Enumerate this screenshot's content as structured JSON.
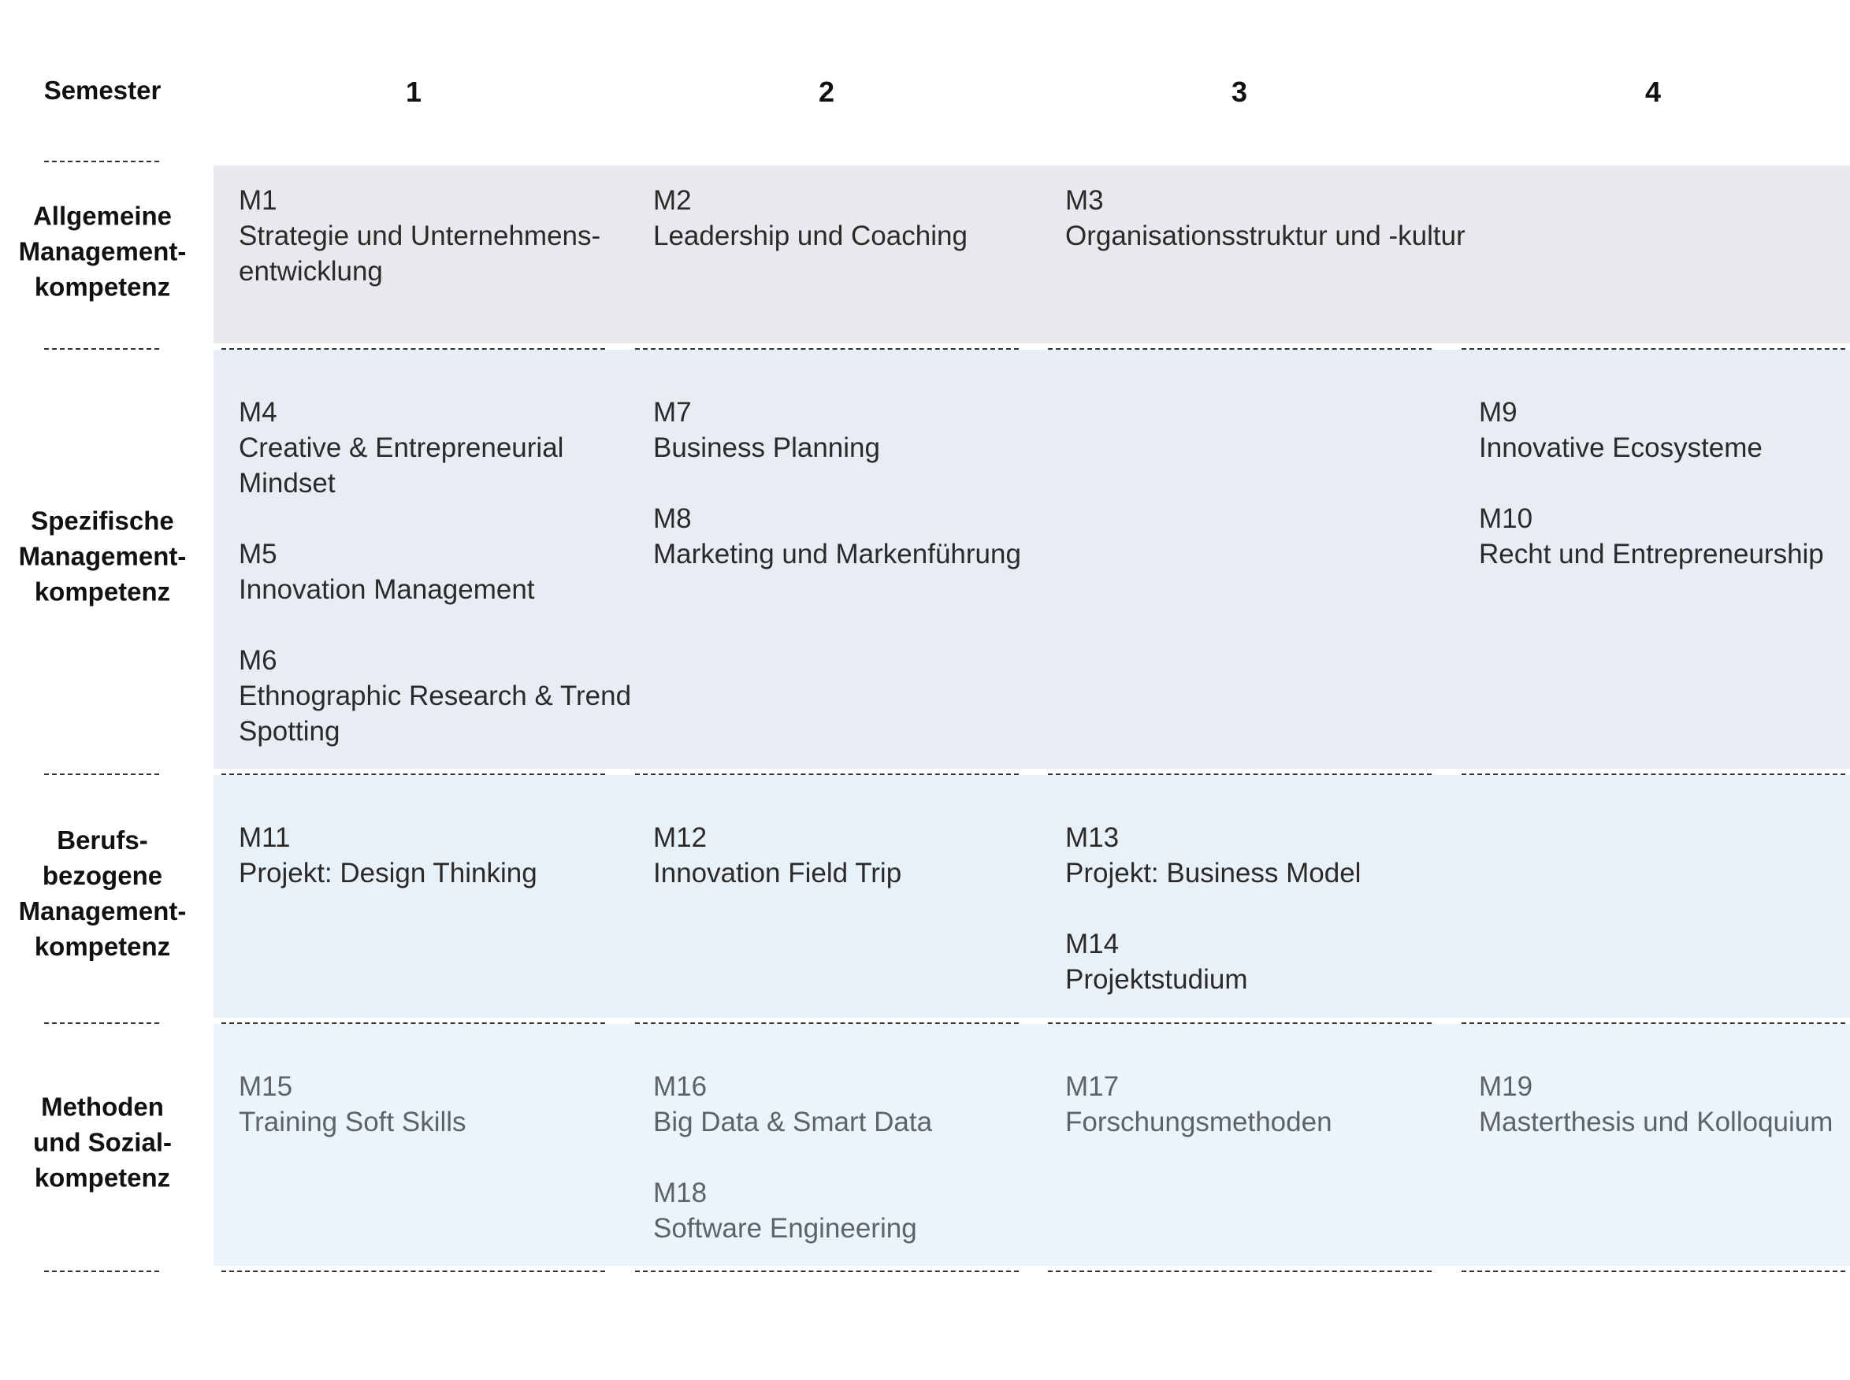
{
  "header": {
    "semester_label": "Semester",
    "semesters": [
      "1",
      "2",
      "3",
      "4"
    ]
  },
  "rows": [
    {
      "label_lines": [
        "Allgemeine",
        "Management-",
        "kompetenz"
      ],
      "color": "#e8e9ec",
      "cells": [
        [
          {
            "code": "M1",
            "title_lines": [
              "Strategie und Unternehmens-",
              "entwicklung"
            ]
          }
        ],
        [
          {
            "code": "M2",
            "title_lines": [
              "Leadership und Coaching"
            ]
          }
        ],
        [
          {
            "code": "M3",
            "title_lines": [
              "Organisationsstruktur und -kultur"
            ]
          }
        ],
        []
      ]
    },
    {
      "label_lines": [
        "Spezifische",
        "Management-",
        "kompetenz"
      ],
      "color": "#e8edf3",
      "cells": [
        [
          {
            "code": "M4",
            "title_lines": [
              "Creative & Entrepreneurial",
              "Mindset"
            ]
          },
          {
            "code": "M5",
            "title_lines": [
              "Innovation Management"
            ]
          },
          {
            "code": "M6",
            "title_lines": [
              "Ethnographic Research & Trend",
              "Spotting"
            ]
          }
        ],
        [
          {
            "code": "M7",
            "title_lines": [
              "Business Planning"
            ]
          },
          {
            "code": "M8",
            "title_lines": [
              "Marketing und Markenführung"
            ]
          }
        ],
        [],
        [
          {
            "code": "M9",
            "title_lines": [
              "Innovative Ecosysteme"
            ]
          },
          {
            "code": "M10",
            "title_lines": [
              "Recht und Entrepreneurship"
            ]
          }
        ]
      ]
    },
    {
      "label_lines": [
        "Berufs-",
        "bezogene",
        "Management-",
        "kompetenz"
      ],
      "color": "#e8f1f7",
      "cells": [
        [
          {
            "code": "M11",
            "title_lines": [
              "Projekt: Design Thinking"
            ]
          }
        ],
        [
          {
            "code": "M12",
            "title_lines": [
              "Innovation Field Trip"
            ]
          }
        ],
        [
          {
            "code": "M13",
            "title_lines": [
              "Projekt: Business Model"
            ]
          },
          {
            "code": "M14",
            "title_lines": [
              "Projektstudium"
            ]
          }
        ],
        []
      ]
    },
    {
      "label_lines": [
        "Methoden",
        "und Sozial-",
        "kompetenz"
      ],
      "color": "#e9f5fb",
      "cells": [
        [
          {
            "code": "M15",
            "title_lines": [
              "Training Soft Skills"
            ]
          }
        ],
        [
          {
            "code": "M16",
            "title_lines": [
              "Big Data & Smart Data"
            ]
          },
          {
            "code": "M18",
            "title_lines": [
              "Software Engineering"
            ]
          }
        ],
        [
          {
            "code": "M17",
            "title_lines": [
              "Forschungsmethoden"
            ]
          }
        ],
        [
          {
            "code": "M19",
            "title_lines": [
              "Masterthesis und Kolloquium"
            ]
          }
        ]
      ]
    }
  ]
}
